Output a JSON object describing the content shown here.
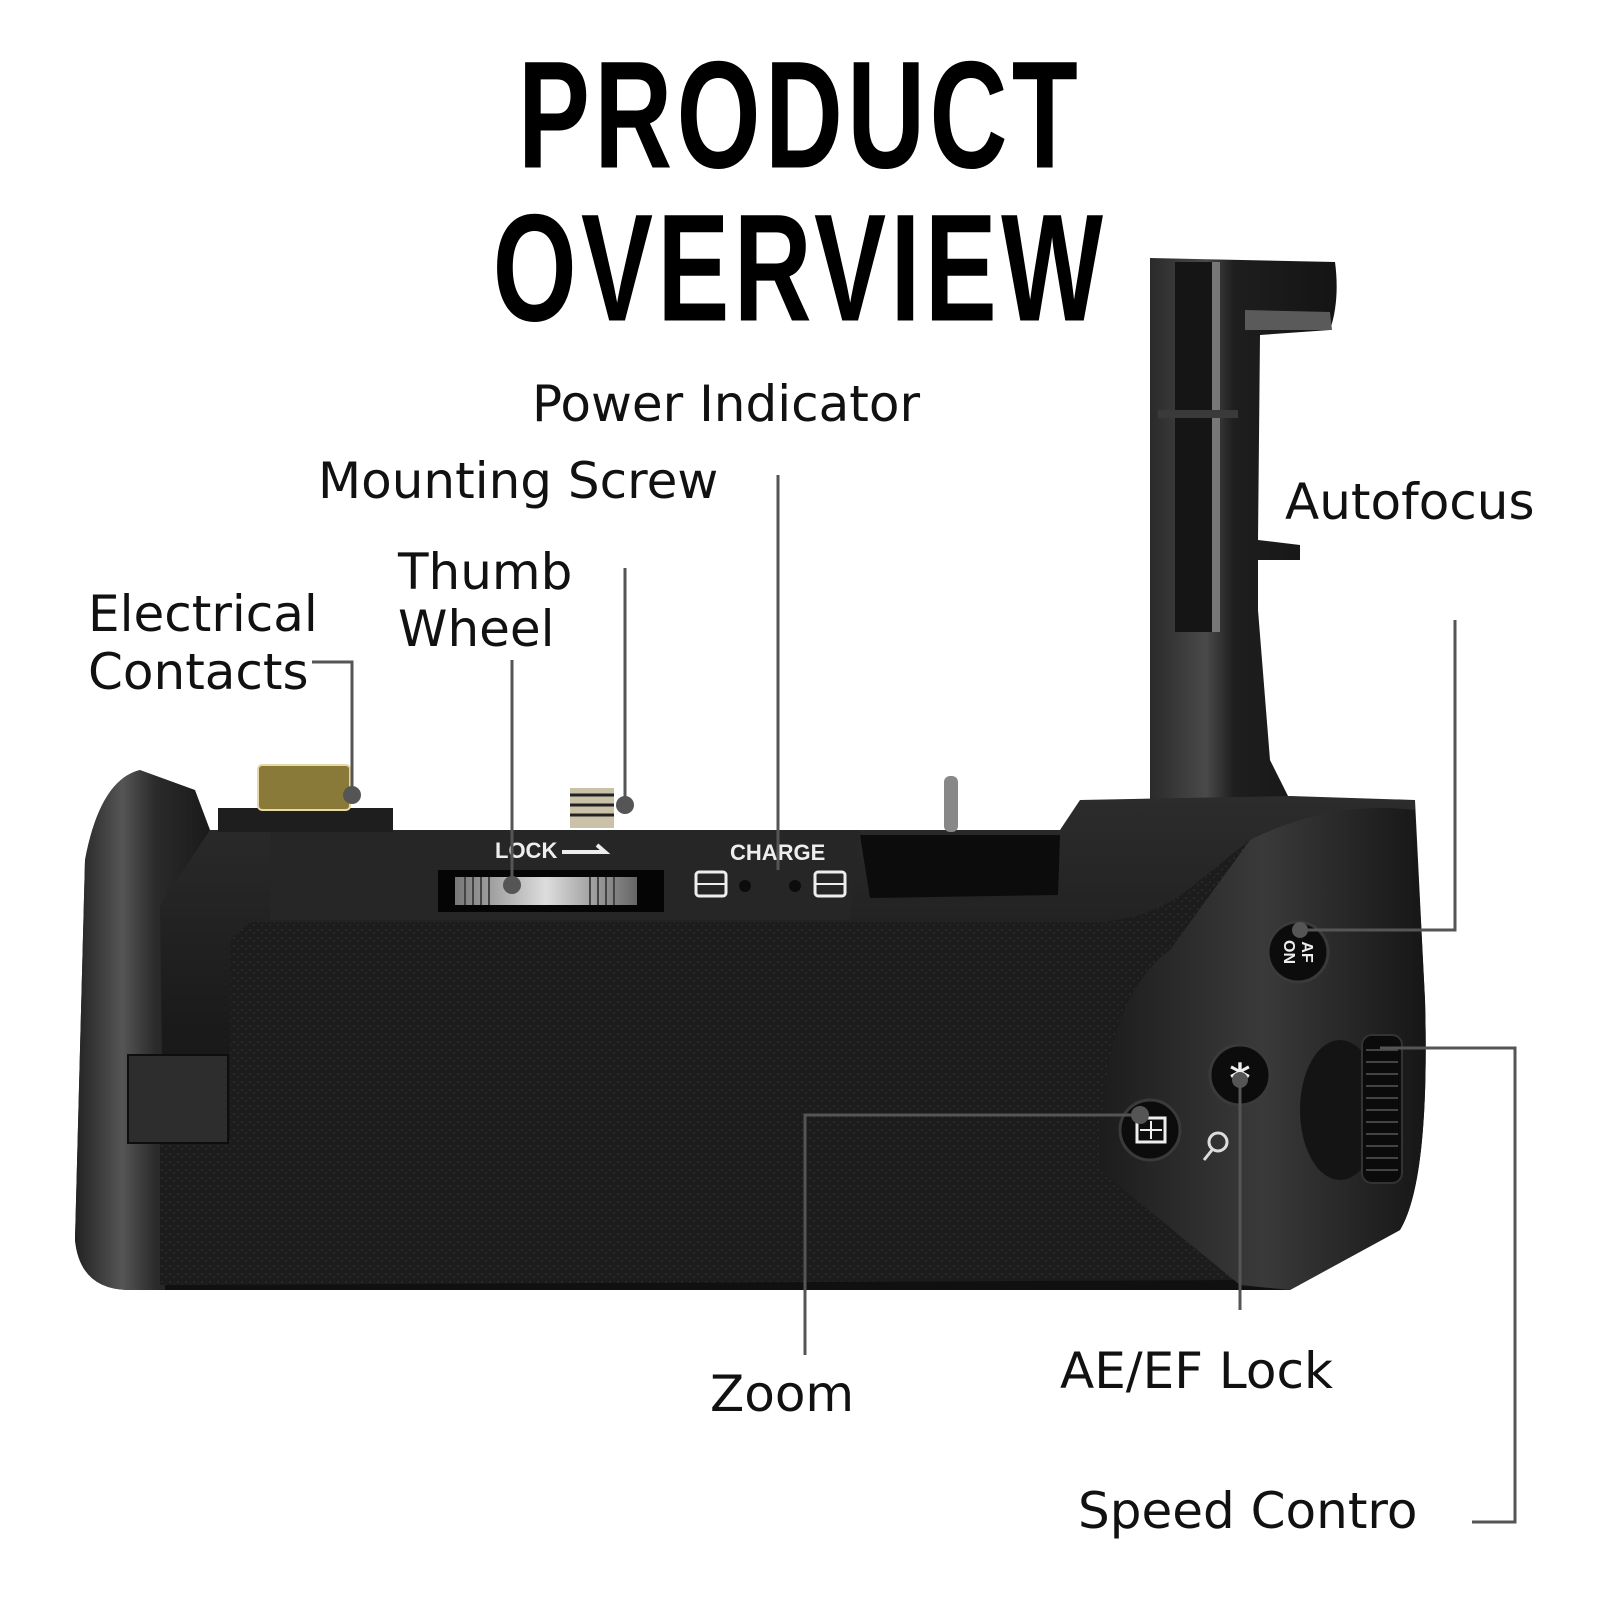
{
  "title": "PRODUCT OVERVIEW",
  "labels": {
    "power_indicator": "Power Indicator",
    "mounting_screw": "Mounting Screw",
    "thumb_wheel_line1": "Thumb",
    "thumb_wheel_line2": "Wheel",
    "electrical_line1": "Electrical",
    "electrical_line2": "Contacts",
    "autofocus": "Autofocus",
    "zoom": "Zoom",
    "ae_ef_lock": "AE/EF Lock",
    "speed_control": "Speed Contro"
  },
  "device_markings": {
    "lock": "LOCK",
    "charge": "CHARGE",
    "af_on_line1": "AF",
    "af_on_line2": "ON",
    "ae_lock_symbol": "*"
  },
  "colors": {
    "body": "#1b1b1b",
    "body_highlight": "#3a3a3a",
    "leader_line": "#555555",
    "contacts_gold": "#8a7a3a",
    "text": "#111111"
  }
}
